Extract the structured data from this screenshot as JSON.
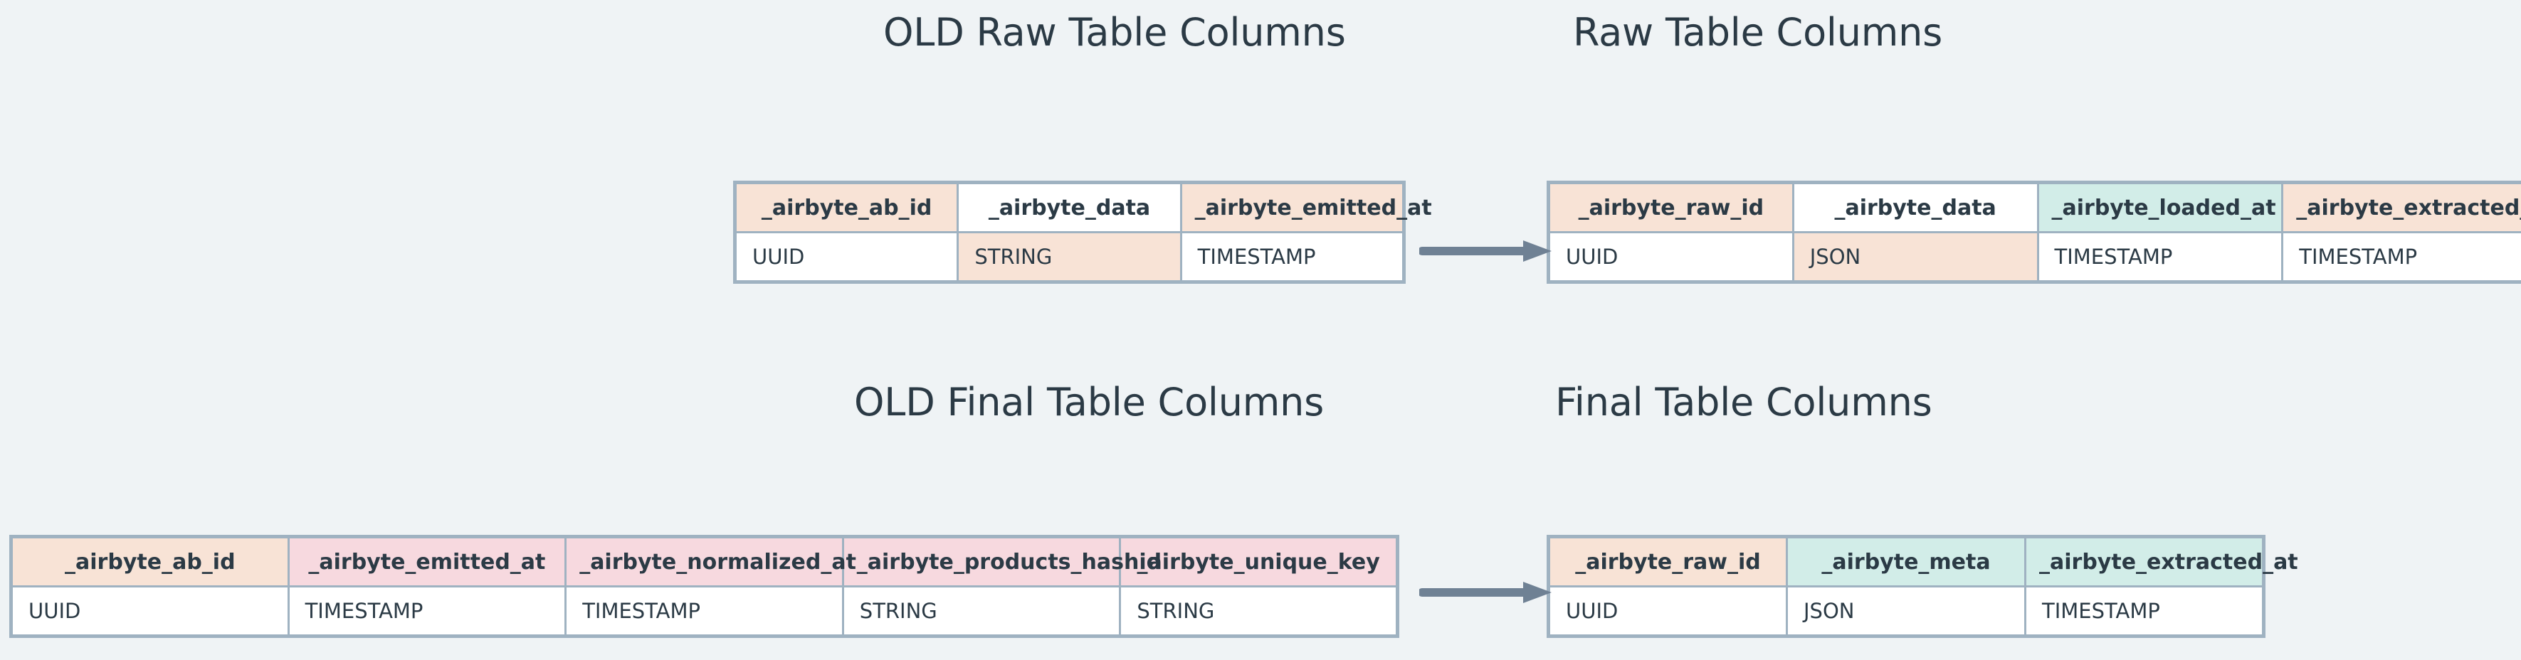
{
  "colors": {
    "background": "#EFF3F5",
    "border": "#9FB2C1",
    "text": "#2B3A45",
    "added_or_kept": "#F8E3D6",
    "removed": "#F7D9DF",
    "new": "#D2EDE8",
    "arrow": "#6F8194"
  },
  "sections": {
    "old_raw": {
      "title": "OLD Raw Table Columns",
      "columns": [
        {
          "name": "_airbyte_ab_id",
          "type": "UUID",
          "header_fill": "peach",
          "type_fill": "white"
        },
        {
          "name": "_airbyte_data",
          "type": "STRING",
          "header_fill": "white",
          "type_fill": "peach"
        },
        {
          "name": "_airbyte_emitted_at",
          "type": "TIMESTAMP",
          "header_fill": "peach",
          "type_fill": "white"
        }
      ]
    },
    "new_raw": {
      "title": "Raw Table Columns",
      "columns": [
        {
          "name": "_airbyte_raw_id",
          "type": "UUID",
          "header_fill": "peach",
          "type_fill": "white"
        },
        {
          "name": "_airbyte_data",
          "type": "JSON",
          "header_fill": "white",
          "type_fill": "peach"
        },
        {
          "name": "_airbyte_loaded_at",
          "type": "TIMESTAMP",
          "header_fill": "teal",
          "type_fill": "white"
        },
        {
          "name": "_airbyte_extracted_at",
          "type": "TIMESTAMP",
          "header_fill": "peach",
          "type_fill": "white"
        }
      ]
    },
    "old_final": {
      "title": "OLD Final Table Columns",
      "columns": [
        {
          "name": "_airbyte_ab_id",
          "type": "UUID",
          "header_fill": "peach",
          "type_fill": "white"
        },
        {
          "name": "_airbyte_emitted_at",
          "type": "TIMESTAMP",
          "header_fill": "pink",
          "type_fill": "white"
        },
        {
          "name": "_airbyte_normalized_at",
          "type": "TIMESTAMP",
          "header_fill": "pink",
          "type_fill": "white"
        },
        {
          "name": "_airbyte_products_hashid",
          "type": "STRING",
          "header_fill": "pink",
          "type_fill": "white"
        },
        {
          "name": "_airbyte_unique_key",
          "type": "STRING",
          "header_fill": "pink",
          "type_fill": "white"
        }
      ]
    },
    "new_final": {
      "title": "Final Table Columns",
      "columns": [
        {
          "name": "_airbyte_raw_id",
          "type": "UUID",
          "header_fill": "peach",
          "type_fill": "white"
        },
        {
          "name": "_airbyte_meta",
          "type": "JSON",
          "header_fill": "teal",
          "type_fill": "white"
        },
        {
          "name": "_airbyte_extracted_at",
          "type": "TIMESTAMP",
          "header_fill": "teal",
          "type_fill": "white"
        }
      ]
    }
  },
  "arrows": [
    {
      "name": "raw-transition-arrow",
      "direction": "right"
    },
    {
      "name": "final-transition-arrow",
      "direction": "right"
    }
  ]
}
